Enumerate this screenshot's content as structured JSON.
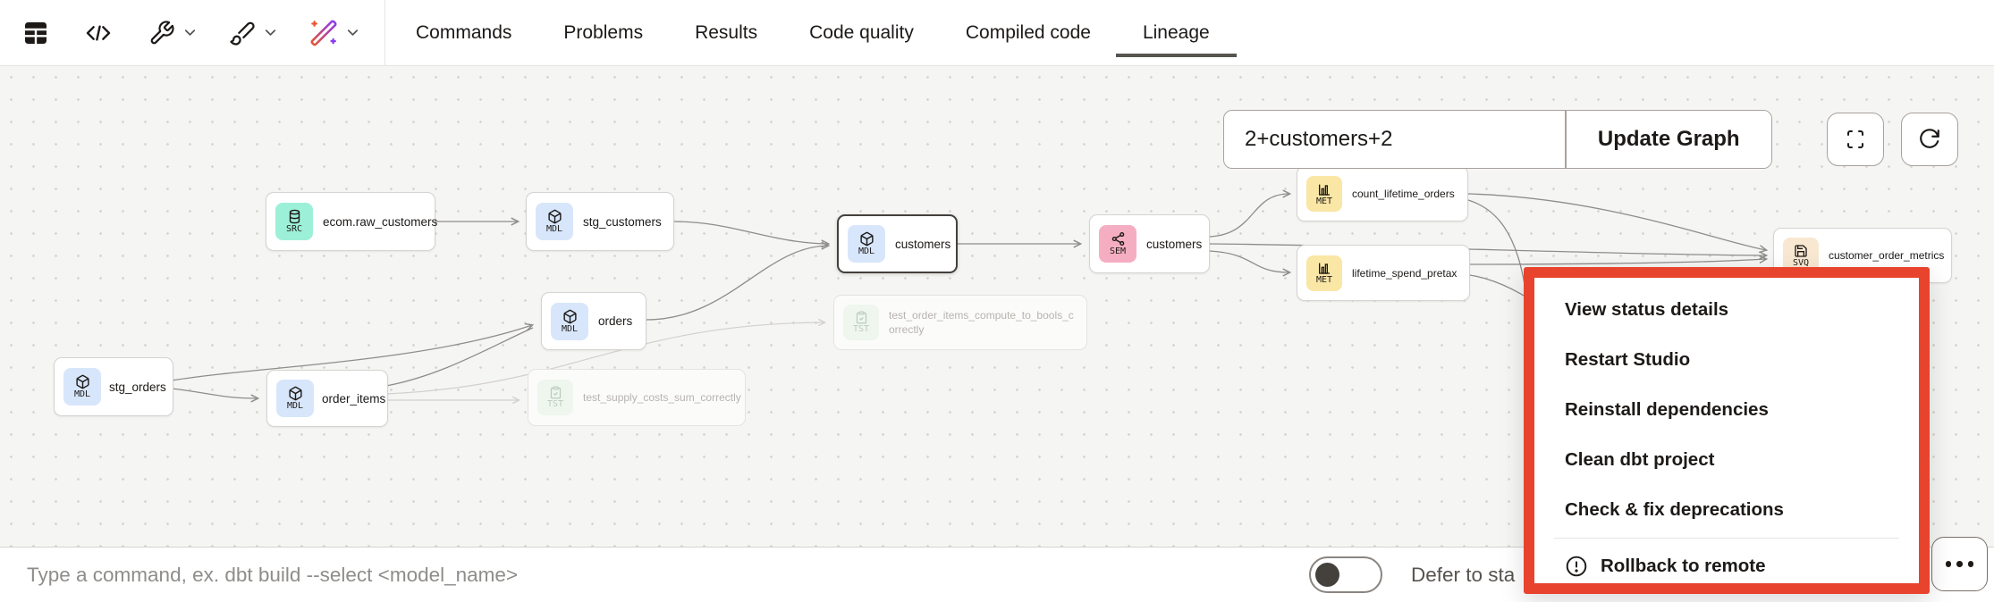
{
  "toolbar": {
    "tabs": [
      {
        "label": "Commands"
      },
      {
        "label": "Problems"
      },
      {
        "label": "Results"
      },
      {
        "label": "Code quality"
      },
      {
        "label": "Compiled code"
      },
      {
        "label": "Lineage",
        "active": true
      }
    ]
  },
  "graph_controls": {
    "selector_value": "2+customers+2",
    "update_button_label": "Update Graph"
  },
  "canvas": {
    "badge_colors": {
      "SRC": "#9df0d8",
      "MDL": "#d8e6fb",
      "SEM": "#f5aec1",
      "MET": "#fae6a5",
      "SVQ": "#f8e8d2",
      "TST": "#e3f2e4"
    },
    "nodes": [
      {
        "label": "ecom.raw_customers",
        "badge": "SRC"
      },
      {
        "label": "stg_customers",
        "badge": "MDL"
      },
      {
        "label": "customers",
        "badge": "MDL",
        "selected": true
      },
      {
        "label": "customers",
        "badge": "SEM"
      },
      {
        "label": "count_lifetime_orders",
        "badge": "MET"
      },
      {
        "label": "lifetime_spend_pretax",
        "badge": "MET"
      },
      {
        "label": "customer_order_metrics",
        "badge": "SVQ"
      },
      {
        "label": "orders",
        "badge": "MDL"
      },
      {
        "label": "stg_orders",
        "badge": "MDL"
      },
      {
        "label": "order_items",
        "badge": "MDL"
      },
      {
        "label": "test_order_items_compute_to_bools_correctly",
        "badge": "TST",
        "faded": true
      },
      {
        "label": "test_supply_costs_sum_correctly",
        "badge": "TST",
        "faded": true
      }
    ],
    "edges": [
      "ecom.raw_customers -> stg_customers",
      "stg_customers -> customers (MDL)",
      "orders -> customers (MDL)",
      "stg_orders -> orders",
      "stg_orders -> order_items",
      "order_items -> orders",
      "order_items -> test_supply_costs_sum_correctly",
      "order_items -> test_order_items_compute_to_bools_correctly",
      "customers (MDL) -> customers (SEM)",
      "customers (SEM) -> count_lifetime_orders",
      "customers (SEM) -> lifetime_spend_pretax",
      "customers (SEM) -> customer_order_metrics",
      "count_lifetime_orders -> customer_order_metrics",
      "lifetime_spend_pretax -> customer_order_metrics"
    ]
  },
  "context_menu": {
    "highlight_color": "#e8432d",
    "items": [
      "View status details",
      "Restart Studio",
      "Reinstall dependencies",
      "Clean dbt project",
      "Check & fix deprecations"
    ],
    "danger_item": "Rollback to remote"
  },
  "command_bar": {
    "placeholder": "Type a command, ex. dbt build --select <model_name>",
    "defer_label": "Defer to sta"
  }
}
